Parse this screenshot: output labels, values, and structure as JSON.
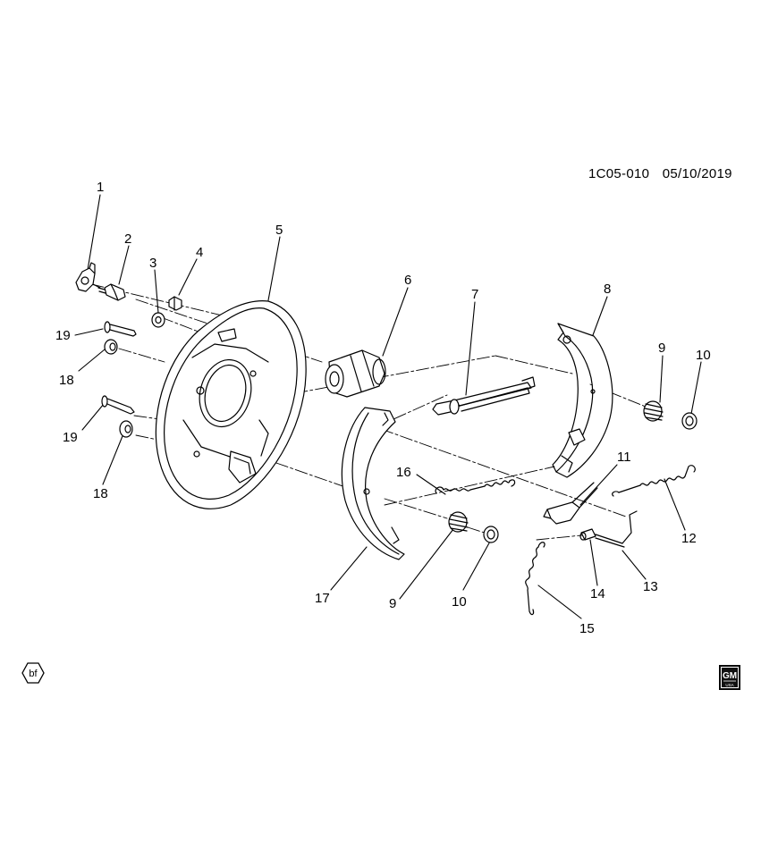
{
  "reference": {
    "code": "1C05-010",
    "date": "05/10/2019"
  },
  "badge": {
    "text": "bf"
  },
  "logo": {
    "brand": "GM",
    "sub": "USA"
  },
  "callouts": [
    {
      "id": "1",
      "label": "1"
    },
    {
      "id": "2",
      "label": "2"
    },
    {
      "id": "3",
      "label": "3"
    },
    {
      "id": "4",
      "label": "4"
    },
    {
      "id": "5",
      "label": "5"
    },
    {
      "id": "6",
      "label": "6"
    },
    {
      "id": "7",
      "label": "7"
    },
    {
      "id": "8",
      "label": "8"
    },
    {
      "id": "9a",
      "label": "9"
    },
    {
      "id": "10a",
      "label": "10"
    },
    {
      "id": "19a",
      "label": "19"
    },
    {
      "id": "18a",
      "label": "18"
    },
    {
      "id": "19b",
      "label": "19"
    },
    {
      "id": "18b",
      "label": "18"
    },
    {
      "id": "16",
      "label": "16"
    },
    {
      "id": "11",
      "label": "11"
    },
    {
      "id": "12",
      "label": "12"
    },
    {
      "id": "17",
      "label": "17"
    },
    {
      "id": "9b",
      "label": "9"
    },
    {
      "id": "10b",
      "label": "10"
    },
    {
      "id": "14",
      "label": "14"
    },
    {
      "id": "13",
      "label": "13"
    },
    {
      "id": "15",
      "label": "15"
    }
  ],
  "icons": {
    "badge": "hexagon-badge-icon",
    "logo": "gm-logo-icon"
  }
}
